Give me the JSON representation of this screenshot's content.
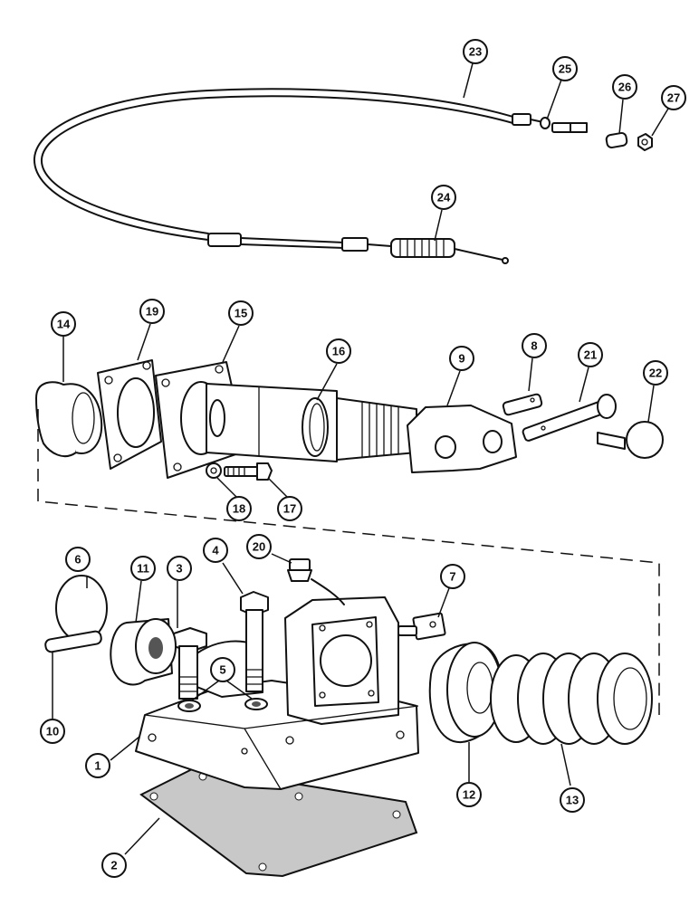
{
  "diagram": {
    "callouts": [
      {
        "id": "c23",
        "label": "23"
      },
      {
        "id": "c25",
        "label": "25"
      },
      {
        "id": "c26",
        "label": "26"
      },
      {
        "id": "c27",
        "label": "27"
      },
      {
        "id": "c24",
        "label": "24"
      },
      {
        "id": "c14",
        "label": "14"
      },
      {
        "id": "c19",
        "label": "19"
      },
      {
        "id": "c15",
        "label": "15"
      },
      {
        "id": "c16",
        "label": "16"
      },
      {
        "id": "c9",
        "label": "9"
      },
      {
        "id": "c8",
        "label": "8"
      },
      {
        "id": "c21",
        "label": "21"
      },
      {
        "id": "c22",
        "label": "22"
      },
      {
        "id": "c18",
        "label": "18"
      },
      {
        "id": "c17",
        "label": "17"
      },
      {
        "id": "c20",
        "label": "20"
      },
      {
        "id": "c6",
        "label": "6"
      },
      {
        "id": "c11",
        "label": "11"
      },
      {
        "id": "c3",
        "label": "3"
      },
      {
        "id": "c4",
        "label": "4"
      },
      {
        "id": "c7",
        "label": "7"
      },
      {
        "id": "c5",
        "label": "5"
      },
      {
        "id": "c10",
        "label": "10"
      },
      {
        "id": "c1",
        "label": "1"
      },
      {
        "id": "c12",
        "label": "12"
      },
      {
        "id": "c13",
        "label": "13"
      },
      {
        "id": "c2",
        "label": "2"
      }
    ]
  }
}
